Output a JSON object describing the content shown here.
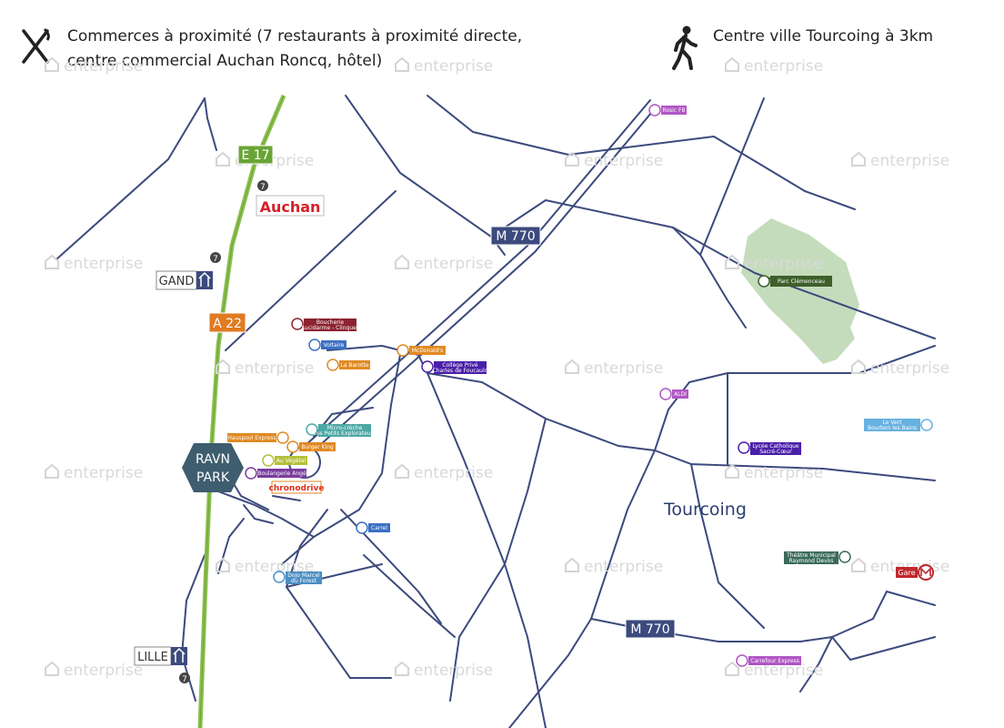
{
  "header": {
    "shops_line1": "Commerces à proximité (7 restaurants à proximité directe,",
    "shops_line2": "centre commercial Auchan Roncq, hôtel)",
    "city_centre": "Centre ville Tourcoing à 3km"
  },
  "watermark": "enterprise",
  "roads": {
    "e17": "E 17",
    "a22": "A 22",
    "m770": "M 770"
  },
  "exits": {
    "gand": "GAND",
    "lille": "LILLE",
    "exit_num": "7"
  },
  "site": {
    "line1": "RAVN",
    "line2": "PARK"
  },
  "city_label": "Tourcoing",
  "brands": {
    "auchan": "Auchan",
    "chronodrive": "chronodrive"
  },
  "park_name": "Parc Clémenceau",
  "poi": {
    "boucherie1": "Boucherie",
    "boucherie2": "Lucidarme - Clinquet",
    "voltaire": "Voltaire",
    "barotte": "La Barotte",
    "mcdonalds": "McDonald's",
    "college1": "Collège Privé",
    "college2": "Charles de Foucauld",
    "microcreche1": "Micro-crèche",
    "microcreche2": "Les Petits Explorateurs",
    "hauspoot": "Hauspool Express",
    "burgerking": "Burger King",
    "vegetal": "Au Végétal",
    "boulangerie": "Boulangerie Angé",
    "carrel": "Carrel",
    "dojo1": "Dojo Marcel",
    "dojo2": "du Forest",
    "rosic": "Rosic FB",
    "aldi": "ALDI",
    "lycee1": "Lycée Catholique",
    "lycee2": "Sacré-Cœur",
    "vert1": "Le Vert",
    "vert2": "Bourbon les Bains",
    "theatre1": "Théâtre Municipal",
    "theatre2": "Raymond Devos",
    "gare": "Gare",
    "carrefour": "Carrefour Express"
  },
  "colors": {
    "road": "#3c4a7d",
    "motorway": "#8cc04f",
    "shield_blue": "#3c4a7d",
    "shield_green": "#6aa436",
    "shield_orange": "#e07b22",
    "site": "#3e5d6e",
    "park": "#c4dcbb",
    "auchan_red": "#d6202a",
    "metro": "#c0272d"
  }
}
